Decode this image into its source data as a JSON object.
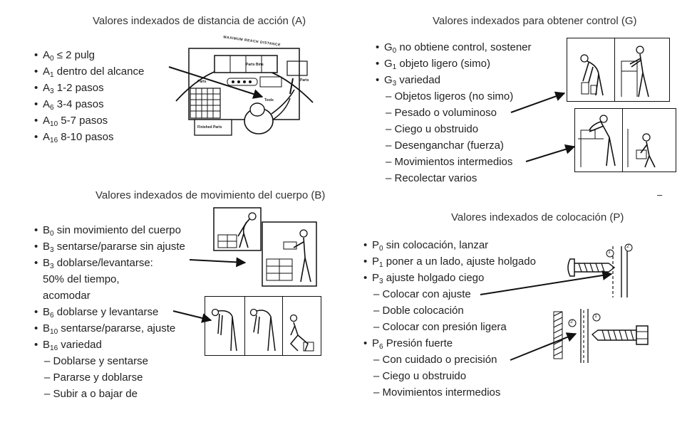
{
  "sections": {
    "A": {
      "title": "Valores indexados de distancia de acción (A)",
      "items": [
        {
          "letter": "A",
          "sub": "0",
          "text": " ≤ 2 pulg"
        },
        {
          "letter": "A",
          "sub": "1",
          "text": " dentro del alcance"
        },
        {
          "letter": "A",
          "sub": "3",
          "text": " 1-2 pasos"
        },
        {
          "letter": "A",
          "sub": "6",
          "text": " 3-4 pasos"
        },
        {
          "letter": "A",
          "sub": "10",
          "text": " 5-7 pasos"
        },
        {
          "letter": "A",
          "sub": "16",
          "text": " 8-10 pasos"
        }
      ],
      "figure_labels": {
        "arc": "MAXIMUM REACH DISTANCE",
        "bins": "Parts Bins",
        "parts_left": "Parts",
        "parts_right": "Parts",
        "tools": "Tools",
        "finished": "Finished Parts"
      }
    },
    "G": {
      "title": "Valores indexados para obtener control (G)",
      "items": [
        {
          "letter": "G",
          "sub": "0",
          "text": " no obtiene control, sostener"
        },
        {
          "letter": "G",
          "sub": "1",
          "text": " objeto ligero (simo)"
        },
        {
          "letter": "G",
          "sub": "3",
          "text": " variedad"
        }
      ],
      "subitems": [
        "– Objetos ligeros (no simo)",
        "– Pesado o voluminoso",
        "– Ciego u obstruido",
        "– Desenganchar (fuerza)",
        "– Movimientos intermedios",
        "– Recolectar varios"
      ]
    },
    "B": {
      "title": "Valores indexados de movimiento del cuerpo (B)",
      "items": [
        {
          "letter": "B",
          "sub": "0",
          "text": " sin movimiento del cuerpo"
        },
        {
          "letter": "B",
          "sub": "3",
          "text": " sentarse/pararse sin ajuste"
        },
        {
          "letter": "B",
          "sub": "3",
          "text": " doblarse/levantarse:"
        },
        {
          "letter": "",
          "sub": "",
          "text": "50% del tiempo,"
        },
        {
          "letter": "",
          "sub": "",
          "text": "acomodar"
        },
        {
          "letter": "B",
          "sub": "6",
          "text": " doblarse y levantarse"
        },
        {
          "letter": "B",
          "sub": "10",
          "text": " sentarse/pararse, ajuste"
        },
        {
          "letter": "B",
          "sub": "16",
          "text": " variedad"
        }
      ],
      "subitems": [
        "– Doblarse y sentarse",
        "– Pararse y doblarse",
        "– Subir a o bajar de"
      ]
    },
    "P": {
      "title": "Valores indexados de colocación (P)",
      "items": [
        {
          "letter": "P",
          "sub": "0",
          "text": " sin colocación, lanzar"
        },
        {
          "letter": "P",
          "sub": "1",
          "text": " poner a un lado, ajuste holgado"
        },
        {
          "letter": "P",
          "sub": "3",
          "text": " ajuste holgado ciego"
        }
      ],
      "subitems": [
        "– Colocar con ajuste",
        "– Doble colocación",
        "– Colocar con presión ligera"
      ],
      "items2": [
        {
          "letter": "P",
          "sub": "6",
          "text": " Presión fuerte"
        }
      ],
      "subitems2": [
        "– Con cuidado o precisión",
        "– Ciego u obstruido",
        "– Movimientos intermedios"
      ],
      "figure_labels": {
        "one": "1",
        "two": "2"
      }
    }
  },
  "stray_mark": "–"
}
